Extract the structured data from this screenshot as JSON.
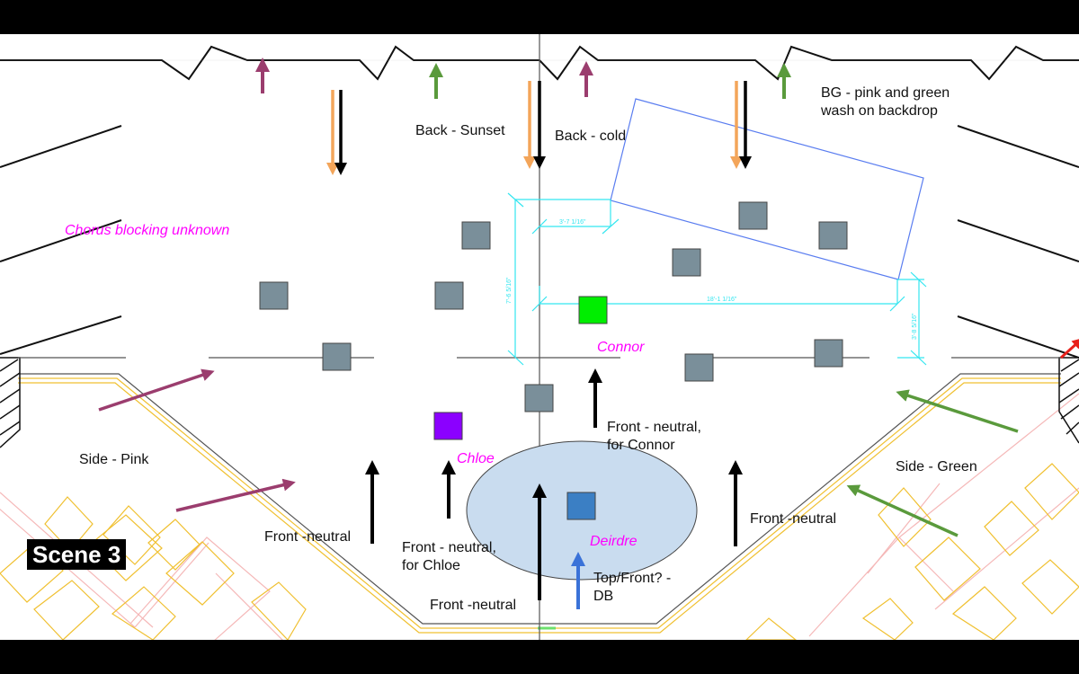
{
  "scene_label": "Scene 3",
  "notes": {
    "chorus": "Chorus blocking unknown",
    "back_sunset": "Back - Sunset",
    "back_cold": "Back - cold",
    "bg_wash": "BG - pink and green\nwash on backdrop",
    "side_pink": "Side - Pink",
    "side_green": "Side - Green",
    "front_neutral_left": "Front -neutral",
    "front_neutral_right": "Front -neutral",
    "front_neutral_center": "Front -neutral",
    "front_chloe": "Front - neutral,\nfor Chloe",
    "front_connor": "Front - neutral,\nfor Connor",
    "top_front_db": "Top/Front? -\nDB"
  },
  "characters": {
    "connor": "Connor",
    "chloe": "Chloe",
    "deirdre": "Deirdre"
  },
  "dimensions": {
    "d1": "3'-7 1/16\"",
    "d2": "7'-6 5/16\"",
    "d3": "18'-1 1/16\"",
    "d4": "3'-8 5/16\""
  },
  "colors": {
    "pink_light": "#9b3d6e",
    "green_light": "#5a9a3c",
    "sunset": "#f3a55a",
    "cold": "#000000",
    "db_blue": "#3a72d8",
    "actor_gray": "#7a8f9a",
    "connor": "#00ee00",
    "chloe": "#8b00ff",
    "deirdre": "#3b7fc4",
    "name_text": "#ff00ff",
    "dimension": "#33e6f0",
    "spot_fill": "#c9dcef"
  }
}
